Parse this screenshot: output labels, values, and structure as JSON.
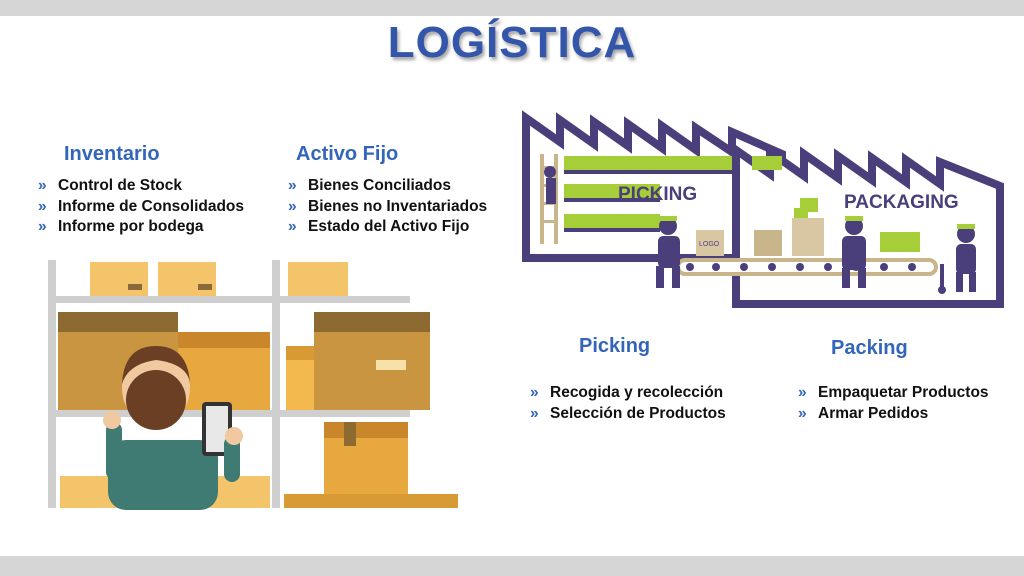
{
  "title": "LOGÍSTICA",
  "sections": {
    "inventario": {
      "heading": "Inventario",
      "items": [
        "Control de Stock",
        "Informe de Consolidados",
        "Informe por bodega"
      ]
    },
    "activo_fijo": {
      "heading": "Activo Fijo",
      "items": [
        "Bienes Conciliados",
        "Bienes no Inventariados",
        "Estado del Activo Fijo"
      ]
    },
    "picking": {
      "heading": "Picking",
      "items": [
        "Recogida y recolección",
        "Selección de Productos"
      ]
    },
    "packing": {
      "heading": "Packing",
      "items": [
        "Empaquetar Productos",
        "Armar Pedidos"
      ]
    }
  },
  "illustrations": {
    "factory": {
      "picking_sign": "PICKING",
      "packaging_sign": "PACKAGING",
      "logo_box": "LOGO",
      "icon": "picking-packaging-factory-icon"
    },
    "warehouse": {
      "icon": "warehouse-worker-tablet-icon"
    }
  },
  "colors": {
    "title": "#3355aa",
    "heading": "#3366bb",
    "factory_purple": "#4a3f7a",
    "green": "#a6ce39",
    "box": "#e7a83f"
  }
}
